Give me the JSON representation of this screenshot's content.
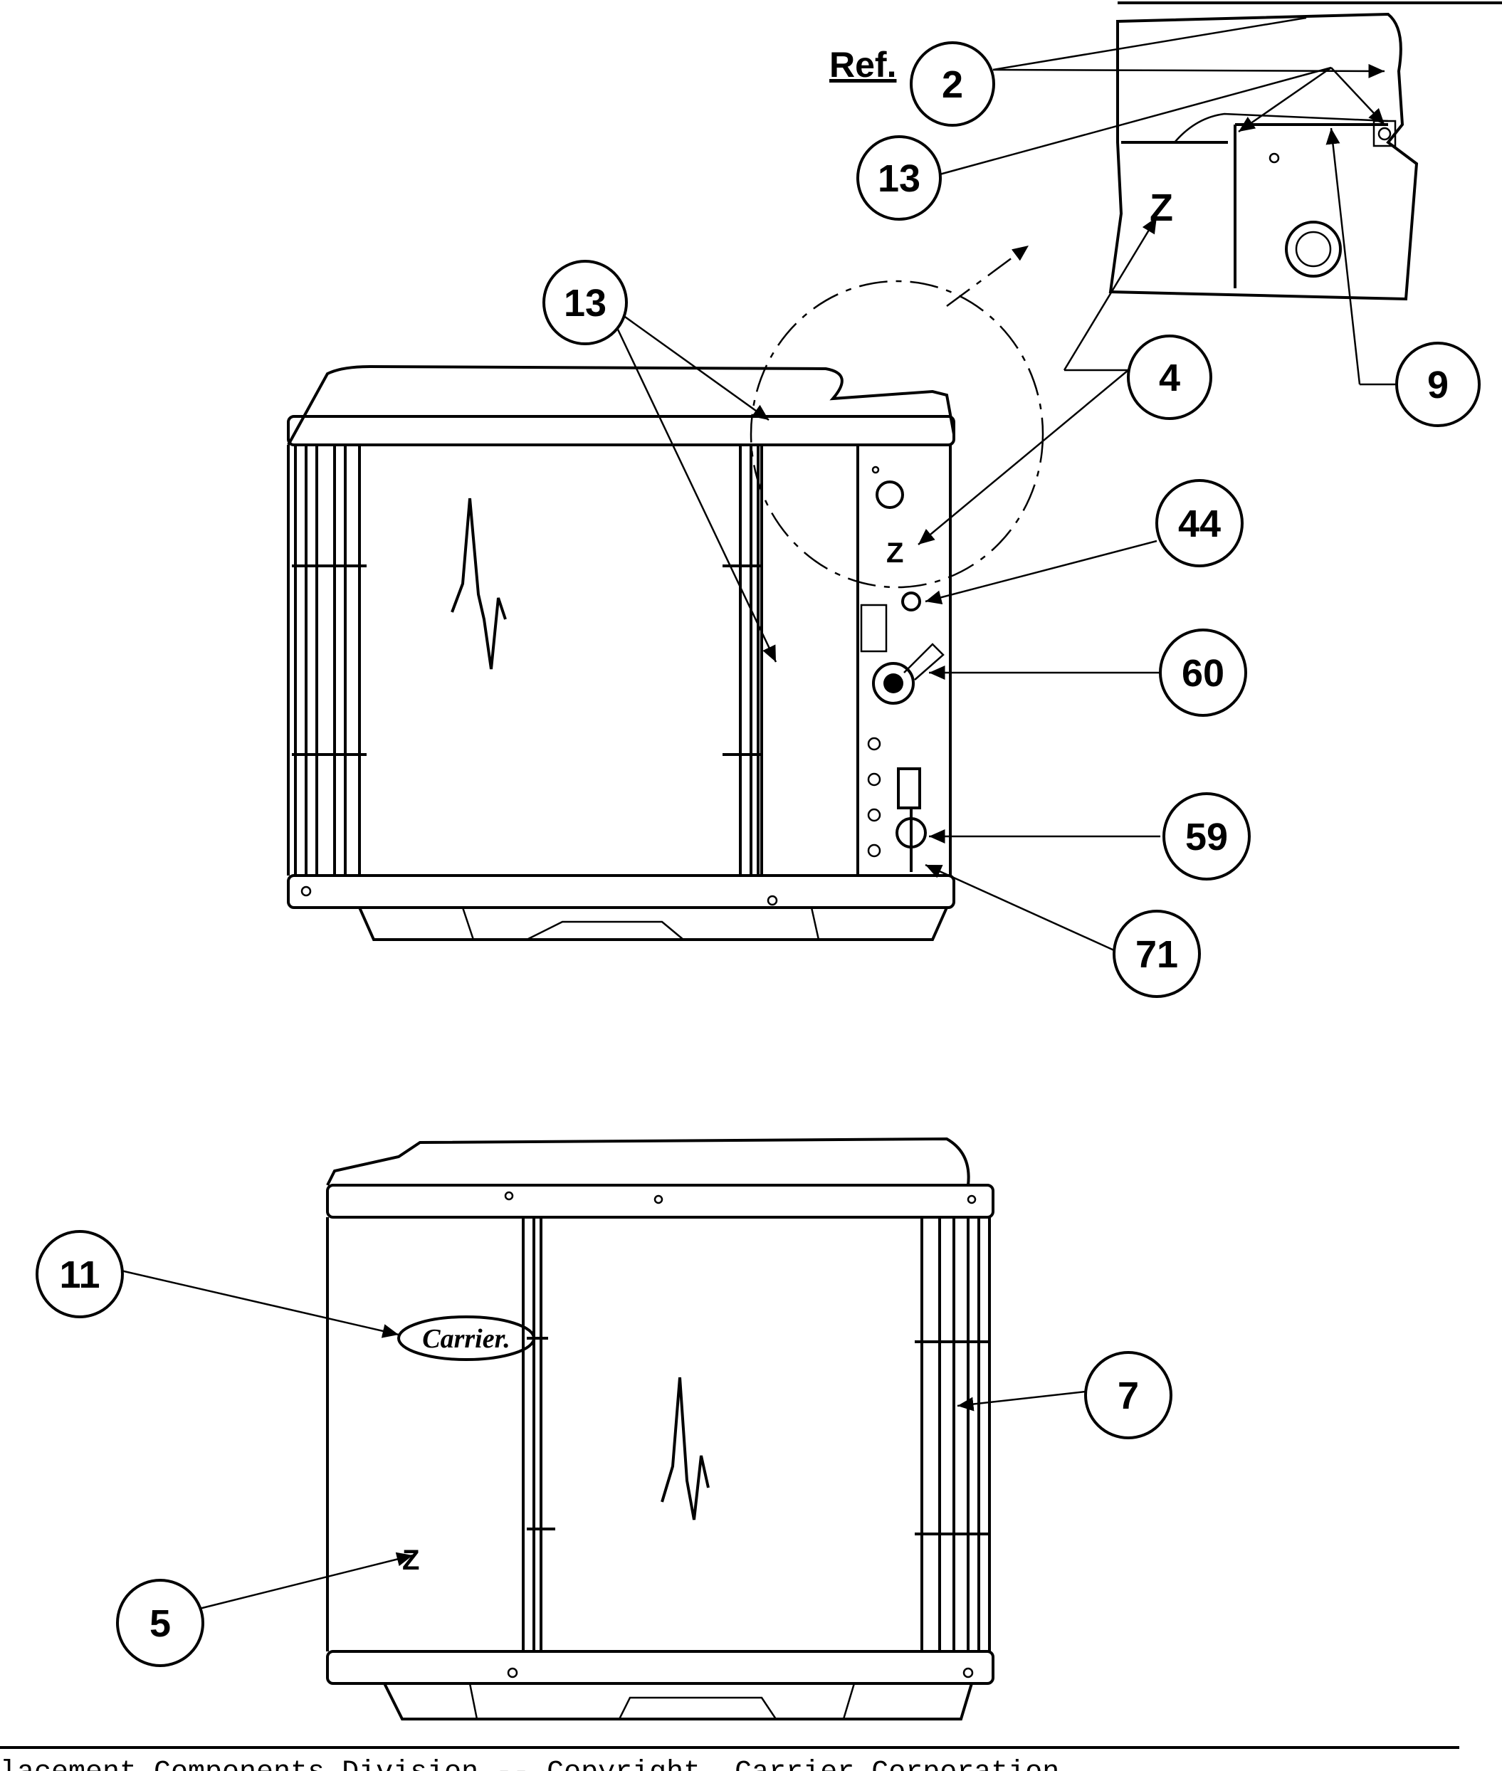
{
  "ref_label": "Ref.",
  "callouts": {
    "c2": "2",
    "c13_detail": "13",
    "c13_top": "13",
    "c4": "4",
    "c9": "9",
    "c44": "44",
    "c60": "60",
    "c59": "59",
    "c71": "71",
    "c11": "11",
    "c7": "7",
    "c5": "5"
  },
  "brand_logo_text": "Carrier.",
  "footer_text": "lacement Components Division -- Copyright, Carrier Corporation"
}
